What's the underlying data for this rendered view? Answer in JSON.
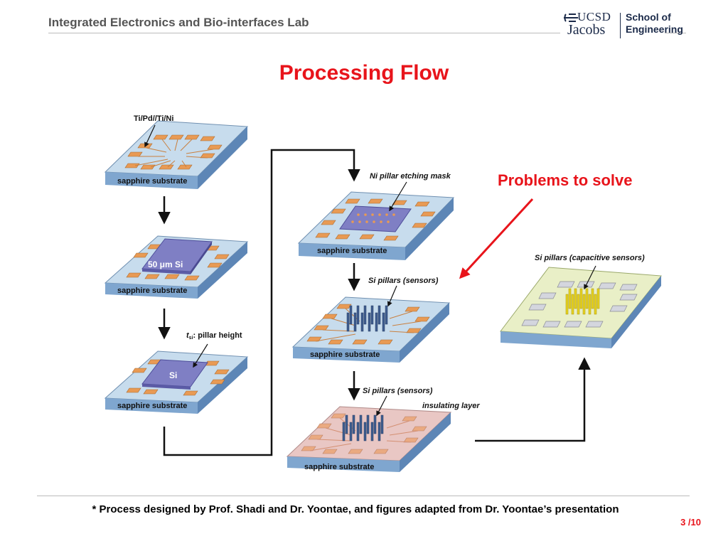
{
  "header": {
    "lab_title": "Integrated Electronics and Bio-interfaces Lab",
    "logo": {
      "ucsd": "UCSD",
      "jacobs": "Jacobs",
      "school_line1": "School of",
      "school_line2": "Engineering"
    }
  },
  "title": "Processing Flow",
  "problems_label": "Problems to solve",
  "diagram": {
    "substrate_label": "sapphire substrate",
    "steps": [
      {
        "callout": "Ti/Pd//Ti/Ni"
      },
      {
        "chip_label": "50 μm Si"
      },
      {
        "callout_italic": "t",
        "callout_sub": "si",
        "callout_rest": ": pillar height",
        "chip_label": "Si"
      },
      {
        "callout": "Ni pillar etching mask"
      },
      {
        "callout": "Si pillars (sensors)"
      },
      {
        "callout": "Si pillars (sensors)",
        "callout2": "insulating layer"
      },
      {
        "callout": "Si pillars (capacitive sensors)"
      }
    ],
    "colors": {
      "substrate_top": "#c7dced",
      "substrate_side": "#7fa6cf",
      "pad": "#e89a54",
      "chip": "#7f7fc4",
      "insulating": "#e9c7c4",
      "final_top": "#e9efc7",
      "pillar_yellow": "#e6d21f",
      "arrow_red": "#e8141b"
    }
  },
  "footer": {
    "note": "* Process designed by Prof. Shadi and Dr. Yoontae, and figures adapted from Dr. Yoontae’s presentation",
    "page": "3 /10"
  }
}
